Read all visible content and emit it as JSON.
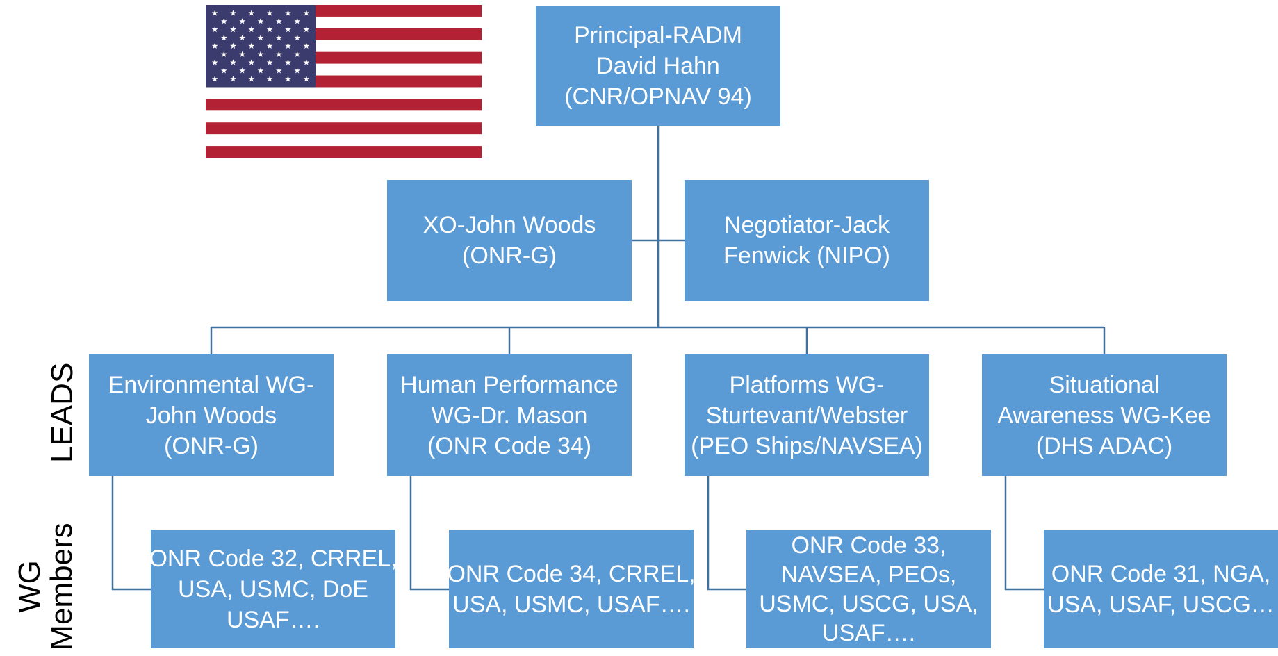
{
  "top": {
    "line1": "Principal-RADM",
    "line2": "David Hahn",
    "line3": "(CNR/OPNAV 94)"
  },
  "xo": {
    "line1": "XO-John Woods",
    "line2": "(ONR-G)"
  },
  "negotiator": {
    "line1": "Negotiator-Jack",
    "line2": "Fenwick (NIPO)"
  },
  "side_labels": {
    "leads": "LEADS",
    "members_line1": "WG",
    "members_line2": "Members"
  },
  "leads": [
    {
      "line1": "Environmental WG-",
      "line2": "John Woods",
      "line3": "(ONR-G)"
    },
    {
      "line1": "Human Performance",
      "line2": "WG-Dr. Mason",
      "line3": "(ONR Code 34)"
    },
    {
      "line1": "Platforms WG-",
      "line2": "Sturtevant/Webster",
      "line3": "(PEO Ships/NAVSEA)"
    },
    {
      "line1": "Situational",
      "line2": "Awareness WG-Kee",
      "line3": "(DHS ADAC)"
    }
  ],
  "members": [
    {
      "line1": "ONR Code 32, CRREL,",
      "line2": "USA, USMC, DoE",
      "line3": "USAF…."
    },
    {
      "line1": "ONR Code 34, CRREL,",
      "line2": "USA, USMC, USAF…."
    },
    {
      "line1": "ONR Code 33,",
      "line2": "NAVSEA, PEOs,",
      "line3": "USMC, USCG, USA,",
      "line4": "USAF…."
    },
    {
      "line1": "ONR Code 31, NGA,",
      "line2": "USA, USAF, USCG…"
    }
  ],
  "colors": {
    "box": "#5b9bd5",
    "connector": "#41719c",
    "flag_red": "#b22234",
    "flag_blue": "#3c3b6e"
  },
  "icons": {
    "flag": "us-flag-icon"
  }
}
